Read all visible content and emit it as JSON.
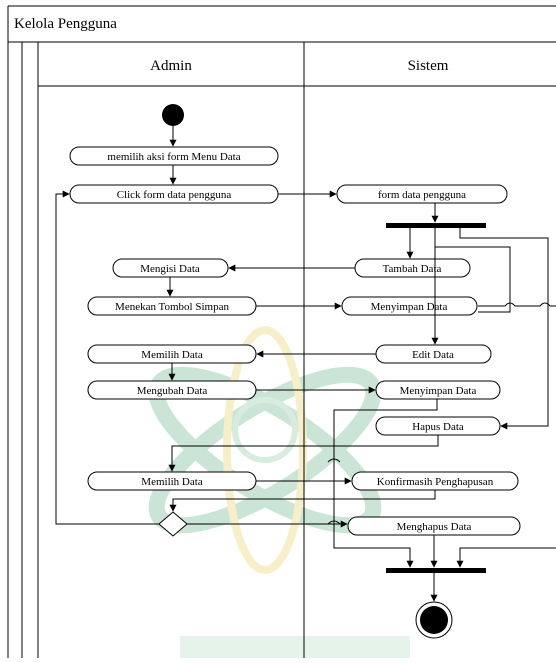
{
  "diagram": {
    "title": "Kelola Pengguna",
    "lanes": [
      {
        "id": "admin",
        "label": "Admin"
      },
      {
        "id": "sistem",
        "label": "Sistem"
      }
    ],
    "activities": [
      {
        "id": "a_pilih_menu",
        "label": "memilih aksi form Menu Data"
      },
      {
        "id": "a_click_form",
        "label": "Click form data pengguna"
      },
      {
        "id": "s_form_data",
        "label": "form data pengguna"
      },
      {
        "id": "s_tambah",
        "label": "Tambah Data"
      },
      {
        "id": "a_mengisi",
        "label": "Mengisi Data"
      },
      {
        "id": "a_menekan",
        "label": "Menekan Tombol Simpan"
      },
      {
        "id": "s_simpan1",
        "label": "Menyimpan Data"
      },
      {
        "id": "s_edit",
        "label": "Edit Data"
      },
      {
        "id": "a_memilih1",
        "label": "Memilih Data"
      },
      {
        "id": "a_mengubah",
        "label": "Mengubah Data"
      },
      {
        "id": "s_simpan2",
        "label": "Menyimpan Data"
      },
      {
        "id": "s_hapus",
        "label": "Hapus Data"
      },
      {
        "id": "a_memilih2",
        "label": "Memilih Data"
      },
      {
        "id": "s_konfirmasi",
        "label": "Konfirmasih Penghapusan"
      },
      {
        "id": "s_menghapus",
        "label": "Menghapus Data"
      }
    ],
    "colors": {
      "line": "#000000",
      "watermark_green": "#3a9a6a",
      "watermark_yellow": "#e8cc4a"
    }
  }
}
